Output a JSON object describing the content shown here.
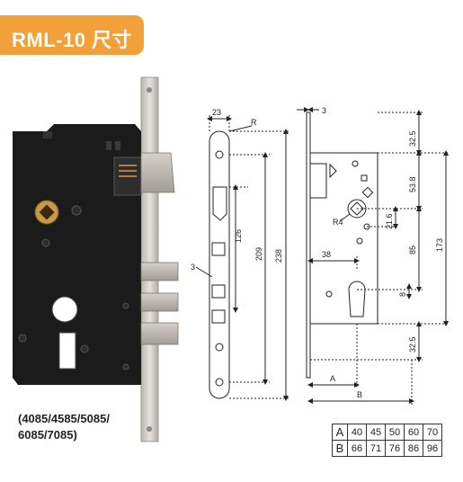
{
  "title": "RML-10 尺寸",
  "models": [
    "(4085/4585/5085/",
    "6085/7085)"
  ],
  "colors": {
    "badge": "#f2a03a",
    "lock_body": "#1b1b1b",
    "faceplate": "#d8d2cc"
  },
  "dimensions": {
    "faceplate_width": "23",
    "radius": "R",
    "plate_thickness": "3",
    "top_offset": "32.5",
    "latch_to_center": "53.8",
    "latch_height": "126",
    "span_209": "209",
    "total_height": "238",
    "bolt_step": "3",
    "radius_r4": "R4",
    "spindle_gap": "21.6",
    "spindle_to_cylinder": "85",
    "overall_173": "173",
    "backset_38": "38",
    "cylinder_8": "8",
    "bottom_offset": "32.5",
    "label_a": "A",
    "label_b": "B"
  },
  "size_table": {
    "rows": [
      {
        "label": "A",
        "values": [
          "40",
          "45",
          "50",
          "60",
          "70"
        ]
      },
      {
        "label": "B",
        "values": [
          "66",
          "71",
          "76",
          "86",
          "96"
        ]
      }
    ]
  }
}
